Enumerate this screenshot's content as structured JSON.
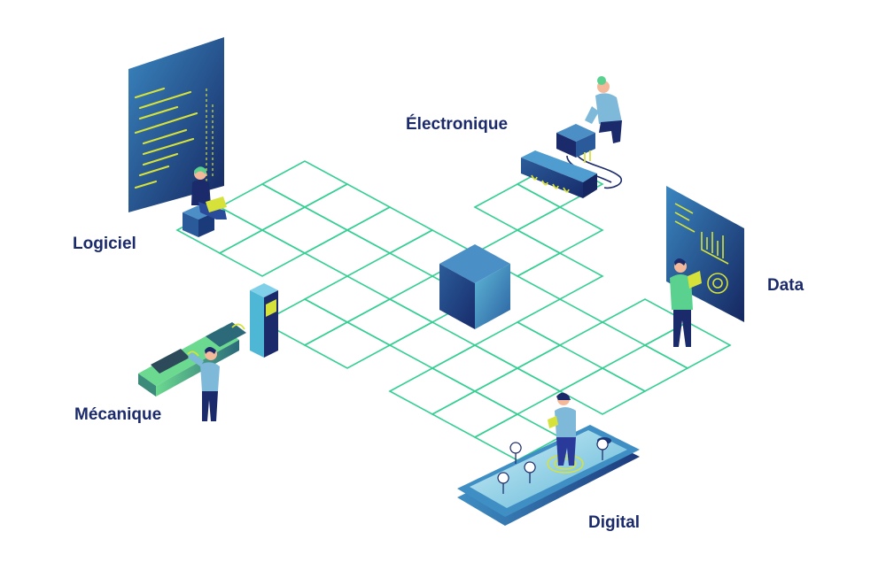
{
  "labels": {
    "logiciel": "Logiciel",
    "electronique": "Électronique",
    "data": "Data",
    "mecanique": "Mécanique",
    "digital": "Digital"
  },
  "colors": {
    "grid": "#35cf93",
    "navy": "#1b2a6b",
    "accent": "#d6e23a",
    "teal": "#4fb7d6",
    "skin": "#f4b99a",
    "shirt_green": "#5ad18f",
    "shirt_blue": "#7eb9d9"
  }
}
